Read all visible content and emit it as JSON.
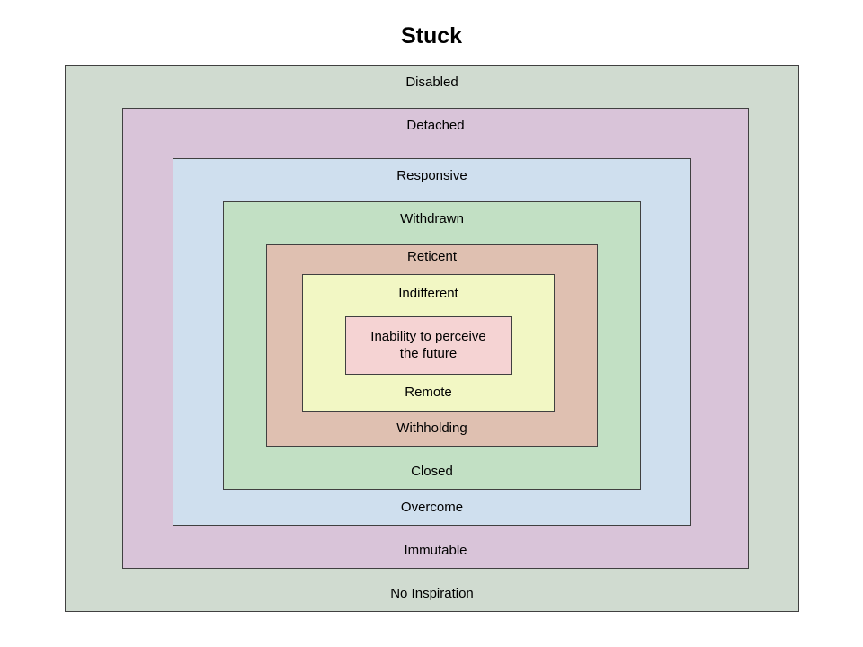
{
  "title": "Stuck",
  "layers": [
    {
      "top_label": "Disabled",
      "bottom_label": "No Inspiration",
      "color": "#d0dbd0"
    },
    {
      "top_label": "Detached",
      "bottom_label": "Immutable",
      "color": "#d9c4d9"
    },
    {
      "top_label": "Responsive",
      "bottom_label": "Overcome",
      "color": "#cfdfee"
    },
    {
      "top_label": "Withdrawn",
      "bottom_label": "Closed",
      "color": "#c2e0c4"
    },
    {
      "top_label": "Reticent",
      "bottom_label": "Withholding",
      "color": "#dfc0b1"
    },
    {
      "top_label": "Indifferent",
      "bottom_label": "Remote",
      "color": "#f2f7c4"
    }
  ],
  "center": {
    "line1": "Inability to perceive",
    "line2": "the future",
    "color": "#f5d3d3"
  }
}
